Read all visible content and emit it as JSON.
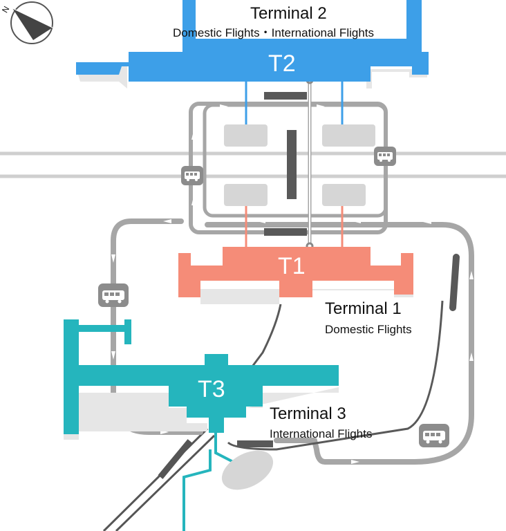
{
  "terminals": {
    "t2": {
      "code": "T2",
      "name": "Terminal 2",
      "service": "Domestic Flights・International Flights",
      "color": "#3d9fe8"
    },
    "t1": {
      "code": "T1",
      "name": "Terminal 1",
      "service": "Domestic Flights",
      "color": "#f58c78"
    },
    "t3": {
      "code": "T3",
      "name": "Terminal 3",
      "service": "International Flights",
      "color": "#25b5bd"
    }
  },
  "compass": {
    "direction_letter": "N",
    "icon": "compass-arrow-icon"
  },
  "icons": {
    "bus_stop": "bus-icon",
    "road_arrow": "direction-arrow-icon"
  },
  "colors": {
    "road": "#a6a6a6",
    "rail": "#595959",
    "car_park": "#d6d6d6",
    "shadow": "#e6e6e6"
  }
}
